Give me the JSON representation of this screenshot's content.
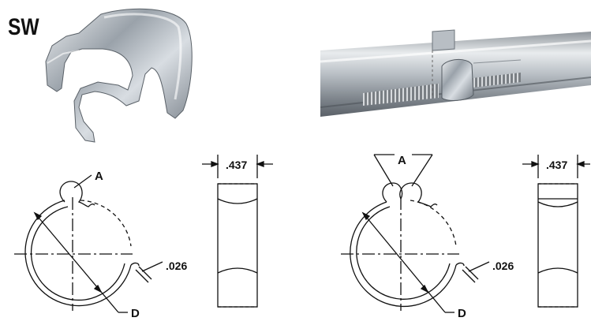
{
  "title": "SW",
  "left_drawing": {
    "label_a": "A",
    "label_d": "D",
    "thickness": ".026",
    "width": ".437"
  },
  "right_drawing": {
    "label_a": "A",
    "label_d": "D",
    "thickness": ".026",
    "width": ".437"
  }
}
